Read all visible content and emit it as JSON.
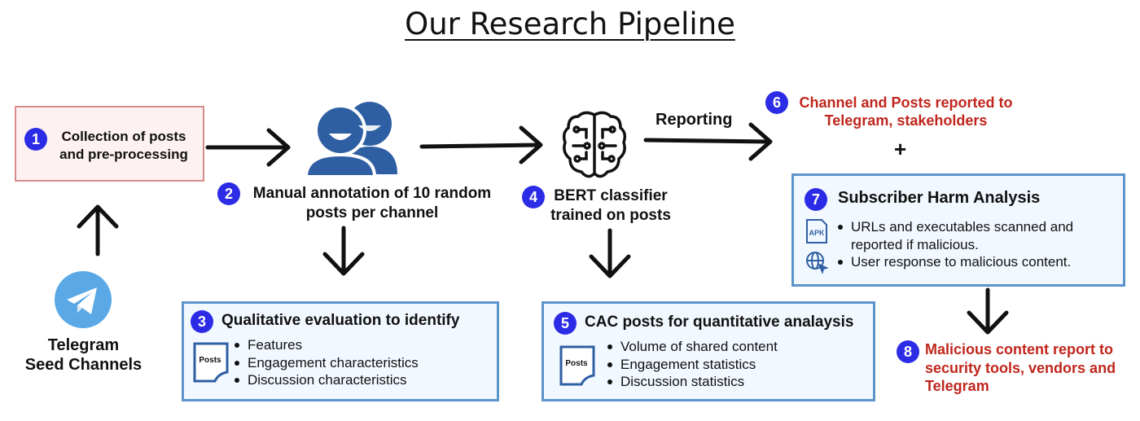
{
  "title": "Our Research Pipeline",
  "steps": {
    "s1": {
      "num": "1",
      "line1": "Collection of posts",
      "line2": "and pre-processing"
    },
    "s2": {
      "num": "2",
      "line1": "Manual annotation of 10 random",
      "line2": "posts per channel"
    },
    "s3": {
      "num": "3",
      "heading": "Qualitative evaluation to identify",
      "doc_label": "Posts",
      "items": [
        "Features",
        "Engagement characteristics",
        "Discussion characteristics"
      ]
    },
    "s4": {
      "num": "4",
      "line1": "BERT classifier",
      "line2": "trained on posts"
    },
    "s5": {
      "num": "5",
      "heading": "CAC posts for quantitative analaysis",
      "doc_label": "Posts",
      "items": [
        "Volume of shared content",
        "Engagement statistics",
        "Discussion statistics"
      ]
    },
    "s6": {
      "num": "6",
      "line1": "Channel and Posts reported to",
      "line2": "Telegram, stakeholders"
    },
    "s7": {
      "num": "7",
      "heading": "Subscriber Harm Analysis",
      "apk_label": "APK",
      "items": [
        "URLs and executables scanned and",
        "reported if malicious.",
        "User response to malicious content."
      ]
    },
    "s8": {
      "num": "8",
      "line1": "Malicious content report to",
      "line2": "security tools, vendors and",
      "line3": "Telegram"
    }
  },
  "telegram": {
    "line1": "Telegram",
    "line2": "Seed Channels"
  },
  "reporting_label": "Reporting",
  "plus": "+",
  "colors": {
    "badge": "#2c2ce6",
    "red_text": "#c0261c",
    "blue_border": "#5b95c9",
    "pink_border": "#d98c8c",
    "people_icon": "#2f5fa3",
    "telegram": "#5aa9e6"
  }
}
